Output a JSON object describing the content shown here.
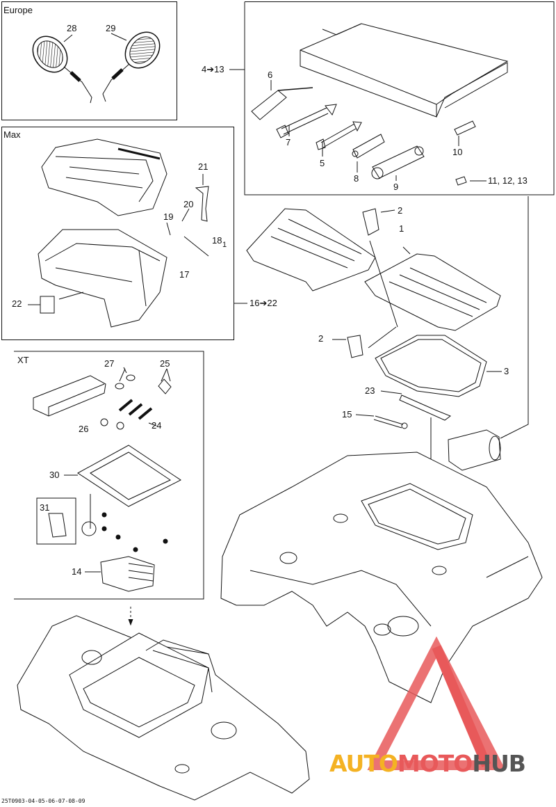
{
  "boxes": {
    "europe": "Europe",
    "max": "Max",
    "xt": "XT"
  },
  "callouts": {
    "c28": "28",
    "c29": "29",
    "c4_13": "4➔13",
    "c6": "6",
    "c7": "7",
    "c5": "5",
    "c8": "8",
    "c9": "9",
    "c10": "10",
    "c11_12_13": "11, 12, 13",
    "c21": "21",
    "c20": "20",
    "c19": "19",
    "c18": "18",
    "c18b": "1",
    "c17": "17",
    "c22": "22",
    "c16_22": "16➔22",
    "c2a": "2",
    "c1": "1",
    "c2b": "2",
    "c3": "3",
    "c23": "23",
    "c15": "15",
    "c27": "27",
    "c25": "25",
    "c26": "26",
    "c24": "24",
    "c30": "30",
    "c31": "31",
    "c14": "14"
  },
  "footer_code": "25T0903-04-05-06-07-08-09",
  "watermark": {
    "part1": "AUTO",
    "part2": "MOTO",
    "part3": "HUB",
    "color1": "#f4b223",
    "color2": "#e8595a",
    "color3": "#555555"
  }
}
